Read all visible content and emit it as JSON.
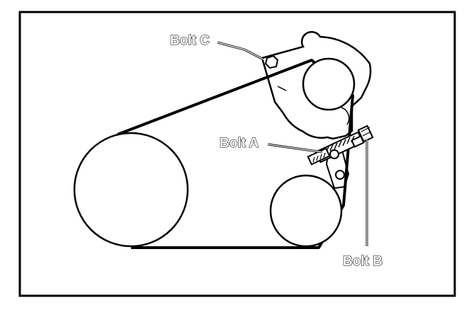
{
  "callouts": {
    "bolt_c": "Bolt C",
    "bolt_a": "Bolt A",
    "bolt_b": "Bolt B"
  },
  "colors": {
    "line": "#000000",
    "background": "#ffffff"
  }
}
